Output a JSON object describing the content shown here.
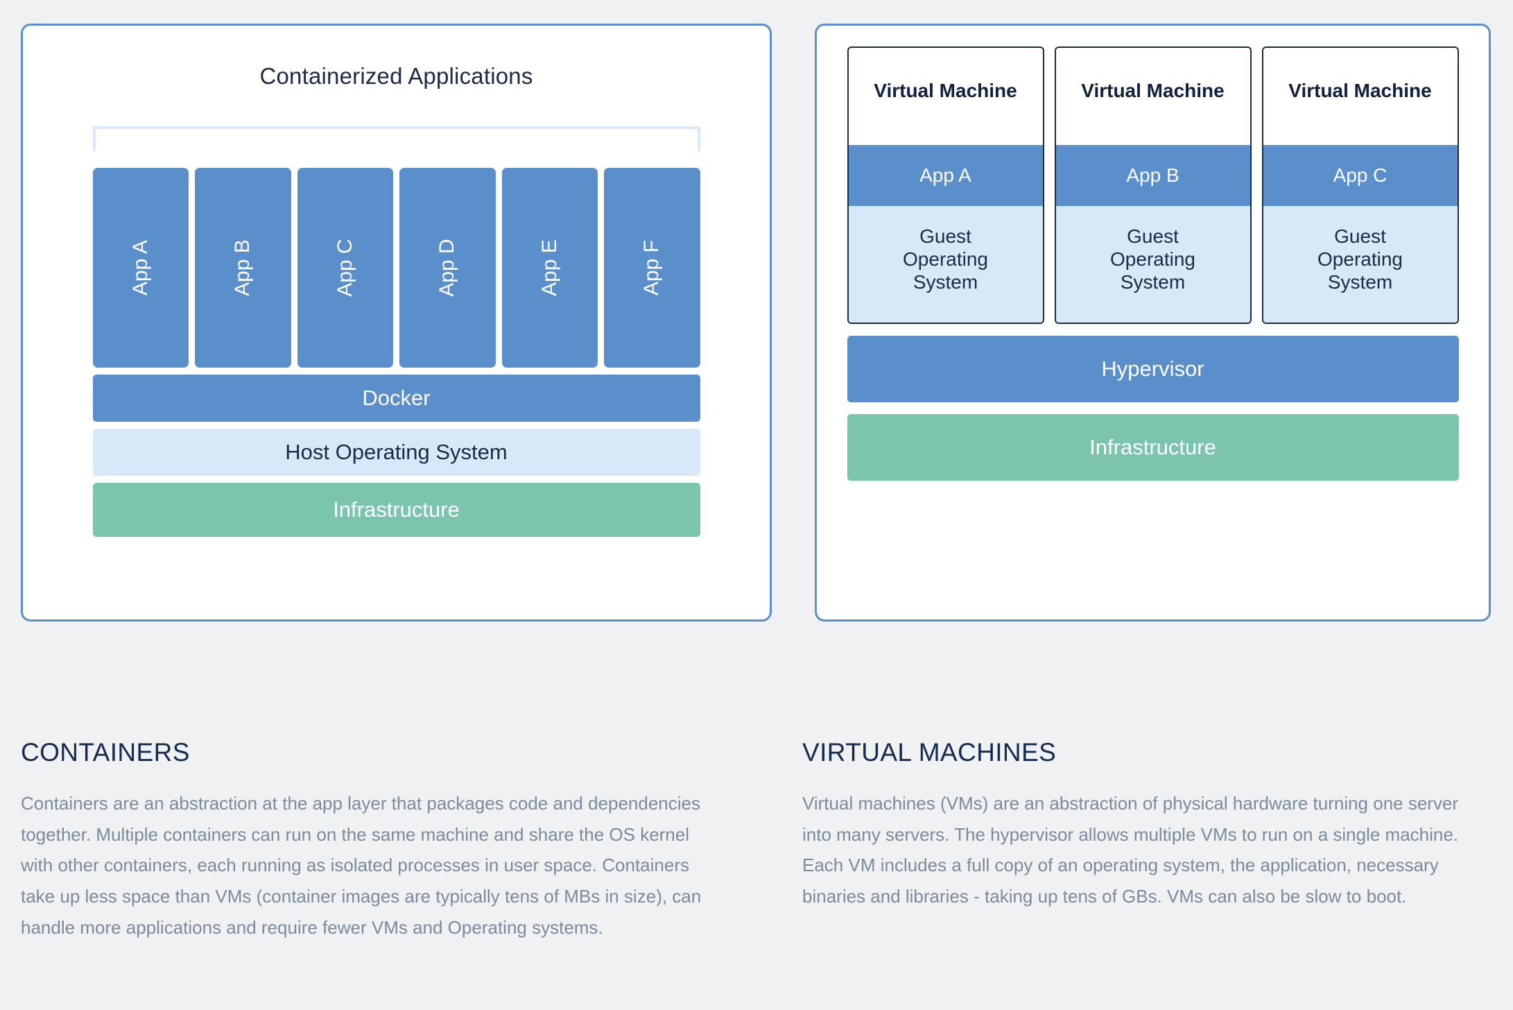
{
  "colors": {
    "background": "#eff1f3",
    "panel_border": "#5b8fcc",
    "blue": "#5b8fcc",
    "light_blue": "#d8e8f8",
    "green": "#7bc4ae",
    "dark_navy": "#1b2a45",
    "body_text": "#7b8a9c"
  },
  "containers_panel": {
    "title": "Containerized Applications",
    "apps": [
      {
        "label": "App A"
      },
      {
        "label": "App B"
      },
      {
        "label": "App C"
      },
      {
        "label": "App D"
      },
      {
        "label": "App E"
      },
      {
        "label": "App F"
      }
    ],
    "layers": [
      {
        "label": "Docker"
      },
      {
        "label": "Host Operating System"
      },
      {
        "label": "Infrastructure"
      }
    ]
  },
  "vm_panel": {
    "machines": [
      {
        "title": "Virtual Machine",
        "app": "App A",
        "guest_os": "Guest\nOperating\nSystem"
      },
      {
        "title": "Virtual Machine",
        "app": "App B",
        "guest_os": "Guest\nOperating\nSystem"
      },
      {
        "title": "Virtual Machine",
        "app": "App C",
        "guest_os": "Guest\nOperating\nSystem"
      }
    ],
    "layers": [
      {
        "label": "Hypervisor"
      },
      {
        "label": "Infrastructure"
      }
    ]
  },
  "text_sections": [
    {
      "heading": "CONTAINERS",
      "body": "Containers are an abstraction at the app layer that packages code and dependencies together. Multiple containers can run on the same machine and share the OS kernel with other containers, each running as isolated processes in user space. Containers take up less space than VMs (container images are typically tens of MBs in size), can handle more applications and require fewer VMs and Operating systems."
    },
    {
      "heading": "VIRTUAL MACHINES",
      "body": "Virtual machines (VMs) are an abstraction of physical hardware turning one server into many servers. The hypervisor allows multiple VMs to run on a single machine. Each VM includes a full copy of an operating system, the application, necessary binaries and libraries - taking up tens of GBs. VMs can also be slow to boot."
    }
  ]
}
